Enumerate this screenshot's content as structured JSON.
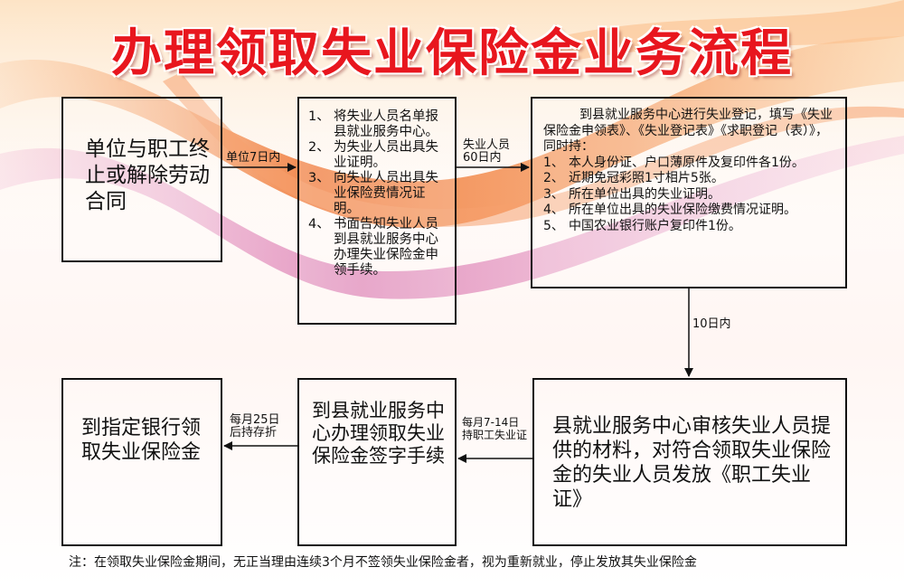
{
  "title": "办理领取失业保险金业务流程",
  "colors": {
    "title": "#e8161e",
    "ribbon_orange": "#f38a52",
    "ribbon_pink": "#e8a0c4",
    "line": "#111111"
  },
  "steps": {
    "step1": "单位与职工终止或解除劳动合同",
    "step2": {
      "items": [
        {
          "num": "1、",
          "text": "将失业人员名单报县就业服务中心。"
        },
        {
          "num": "2、",
          "text": "为失业人员出具失业证明。"
        },
        {
          "num": "3、",
          "text": "向失业人员出具失业保险费情况证明。"
        },
        {
          "num": "4、",
          "text": "书面告知失业人员到县就业服务中心办理失业保险金申领手续。"
        }
      ]
    },
    "step3": {
      "intro": "到县就业服务中心进行失业登记，填写《失业保险金申领表》、《失业登记表》《求职登记（表）》，同时持：",
      "items": [
        {
          "num": "1、",
          "text": "本人身份证、户口薄原件及复印件各1份。"
        },
        {
          "num": "2、",
          "text": "近期免冠彩照1寸相片5张。"
        },
        {
          "num": "3、",
          "text": "所在单位出具的失业证明。"
        },
        {
          "num": "4、",
          "text": "所在单位出具的失业保险缴费情况证明。"
        },
        {
          "num": "5、",
          "text": "中国农业银行账户复印件1份。"
        }
      ]
    },
    "step4": "县就业服务中心审核失业人员提供的材料，对符合领取失业保险金的失业人员发放《职工失业证》",
    "step5": "到县就业服务中心办理领取失业保险金签字手续",
    "step6": "到指定银行领取失业保险金"
  },
  "arrow_labels": {
    "a": "单位7日内",
    "b1": "失业人员",
    "b2": "60日内",
    "c": "10日内",
    "d1": "每月7-14日",
    "d2": "持职工失业证",
    "e1": "每月25日",
    "e2": "后持存折"
  },
  "note": "注：在领取失业保险金期间，无正当理由连续3个月不签领失业保险金者，视为重新就业，停止发放其失业保险金"
}
